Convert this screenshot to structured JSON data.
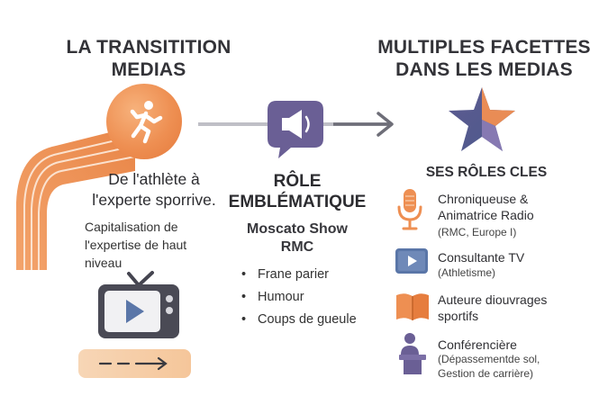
{
  "left": {
    "title_line1": "LA TRANSITITION",
    "title_line2": "MEDIAS",
    "heading_line1": "De l'athlète à",
    "heading_line2": "l'experte sporrive.",
    "sub_line1": "Capitalisation de",
    "sub_line2": "l'expertise de haut",
    "sub_line3": "niveau"
  },
  "middle": {
    "heading_line1": "RÔLE",
    "heading_line2": "EMBLÉMATIQUE",
    "show_line1": "Moscato Show",
    "show_line2": "RMC",
    "bullets": [
      "Frane parier",
      "Humour",
      "Coups de gueule"
    ]
  },
  "right": {
    "title_line1": "MULTIPLES FACETTES",
    "title_line2": "DANS LES MEDIAS",
    "roles_heading": "SES RÔLES CLES",
    "roles": [
      {
        "title_line1": "Chroniqueuse &",
        "title_line2": "Animatrice Radio",
        "sub_line1": "(RMC, Europe I)",
        "icon": "microphone-icon"
      },
      {
        "title_line1": "Consultante TV",
        "sub_line1": "(Athletisme)",
        "icon": "tv-play-icon"
      },
      {
        "title_line1": "Auteure diouvrages",
        "title_line2": "sportifs",
        "icon": "book-icon"
      },
      {
        "title_line1": "Conférencière",
        "sub_line1": "(Dépassementde sol,",
        "sub_line2": "Gestion de carrière)",
        "icon": "speaker-podium-icon"
      }
    ]
  },
  "colors": {
    "orange": "#ee8f52",
    "purple": "#6a5f95",
    "blue": "#5a76a8",
    "dark_text": "#2f2f33"
  }
}
